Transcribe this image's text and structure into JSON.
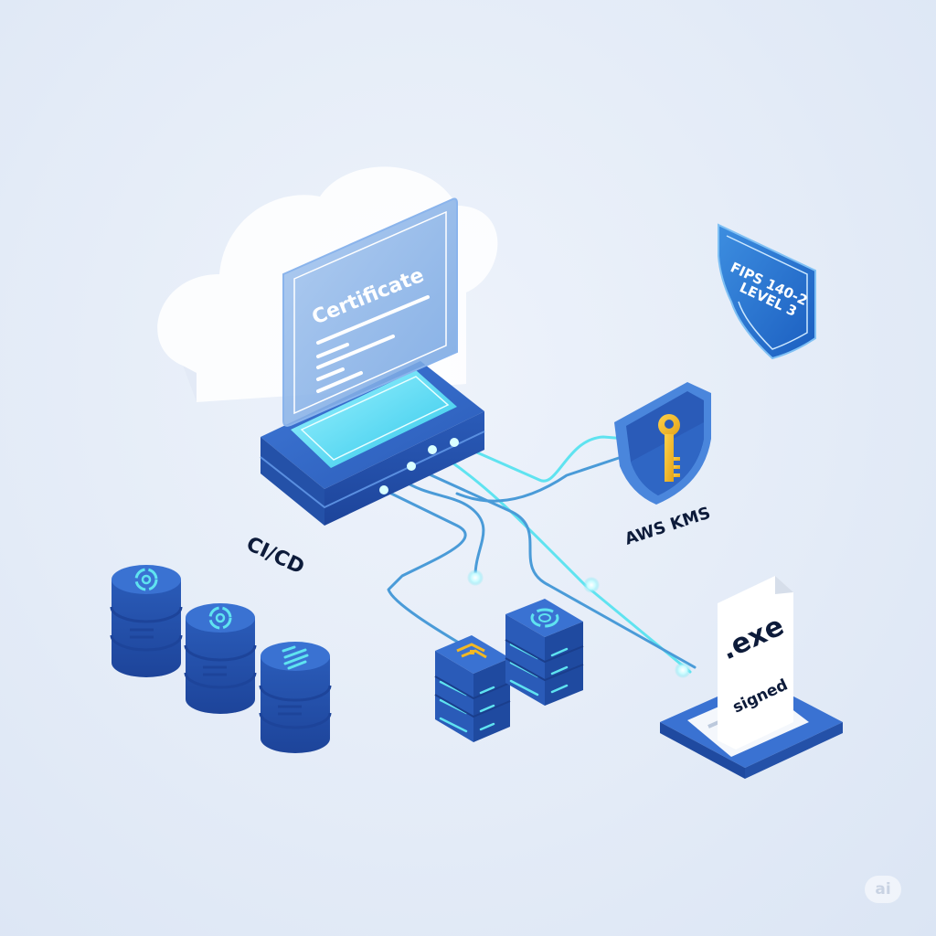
{
  "diagram": {
    "theme_colors": {
      "background": "#e3ebf7",
      "primary_blue": "#2f63c2",
      "dark_blue": "#1f4aa0",
      "cyan_glow": "#5fe3f0",
      "key_gold": "#f2b824",
      "label_text": "#0d1b3a"
    },
    "nodes": {
      "cloud": {
        "label": ""
      },
      "certificate": {
        "title": "Certificate"
      },
      "hsm_device": {
        "label": ""
      },
      "fips_badge": {
        "line1": "FIPS 140-2",
        "line2": "LEVEL 3"
      },
      "kms": {
        "label": "AWS KMS",
        "icon": "shield-key-icon"
      },
      "cicd": {
        "label": "CI/CD",
        "databases": [
          {
            "icon": "target-ring-icon"
          },
          {
            "icon": "target-ring-icon"
          },
          {
            "icon": "bars-grid-icon"
          }
        ]
      },
      "servers": [
        {
          "icon": "qr-grid-icon",
          "units": 3
        },
        {
          "icon": "refresh-ring-icon",
          "units": 3
        }
      ],
      "signed_file": {
        "extension": ".exe",
        "status": "signed"
      }
    },
    "watermark": "ai"
  }
}
